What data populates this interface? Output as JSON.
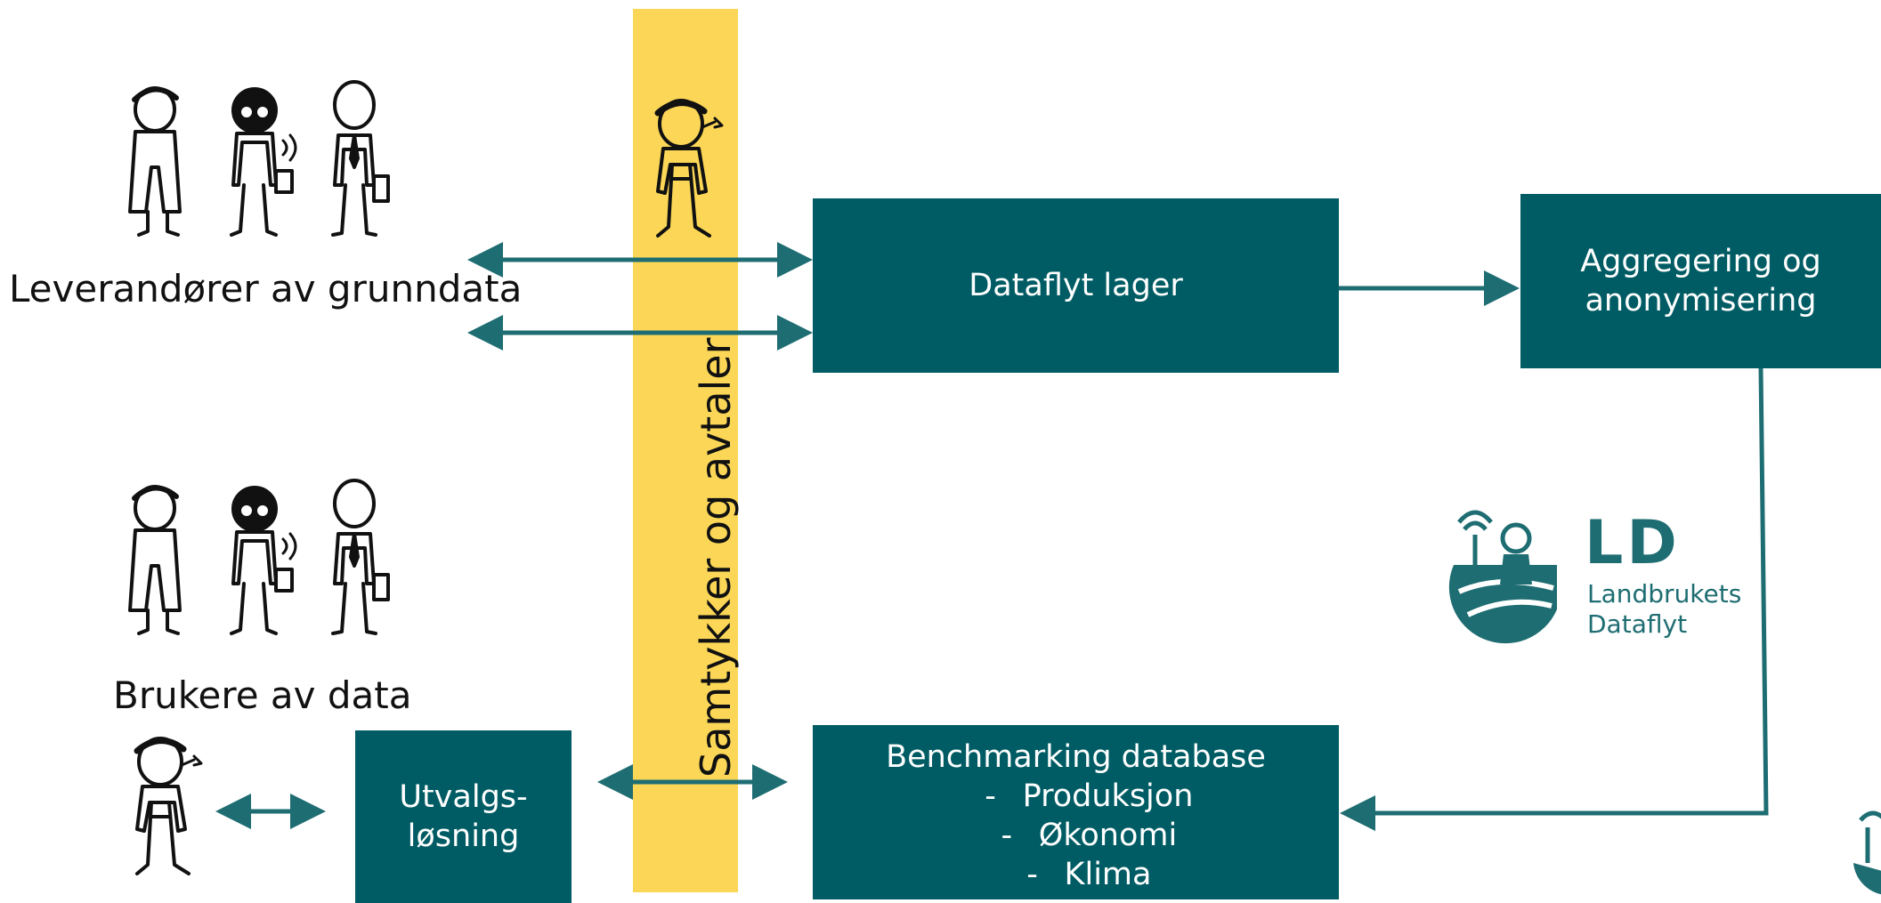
{
  "diagram": {
    "labels": {
      "suppliers": "Leverandører av grunndata",
      "users": "Brukere av data",
      "consent": "Samtykker og avtaler"
    },
    "boxes": {
      "dataflow_storage": "Dataflyt lager",
      "aggregation": {
        "line1": "Aggregering og",
        "line2": "anonymisering"
      },
      "selection": {
        "line1": "Utvalgs-",
        "line2": "løsning"
      },
      "benchmarking": {
        "title": "Benchmarking database",
        "items": [
          "Produksjon",
          "Økonomi",
          "Klima"
        ],
        "bullet": "-"
      }
    },
    "logo": {
      "title": "LD",
      "line1": "Landbrukets",
      "line2": "Dataflyt"
    }
  },
  "colors": {
    "box": "#005c64",
    "arrow": "#1e6d72",
    "band": "#fcd757",
    "logo": "#1e6d72"
  },
  "icons": [
    "farmer-figure",
    "glasses-figure",
    "businessman-figure",
    "ld-logo-icon"
  ]
}
